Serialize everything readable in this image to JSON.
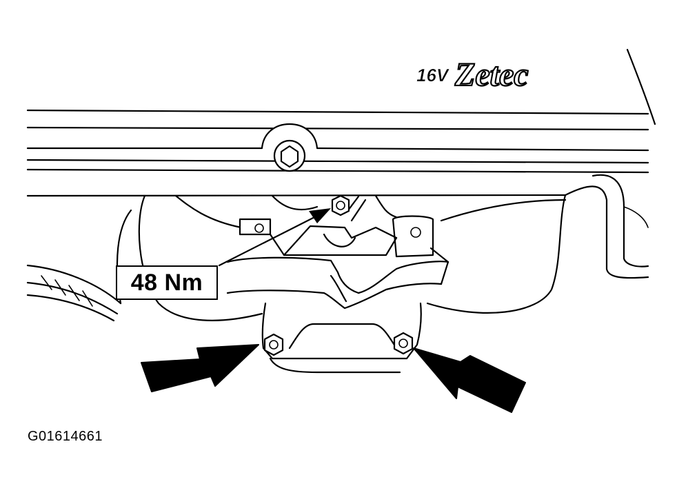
{
  "diagram": {
    "logo": {
      "valves": "16V",
      "brand": "Zetec"
    },
    "torque_label": "48 Nm",
    "figure_id": "G01614661",
    "fasteners": [
      {
        "name": "upper-nut",
        "torque": "48 Nm"
      },
      {
        "name": "lower-left-nut"
      },
      {
        "name": "lower-right-nut"
      }
    ]
  }
}
